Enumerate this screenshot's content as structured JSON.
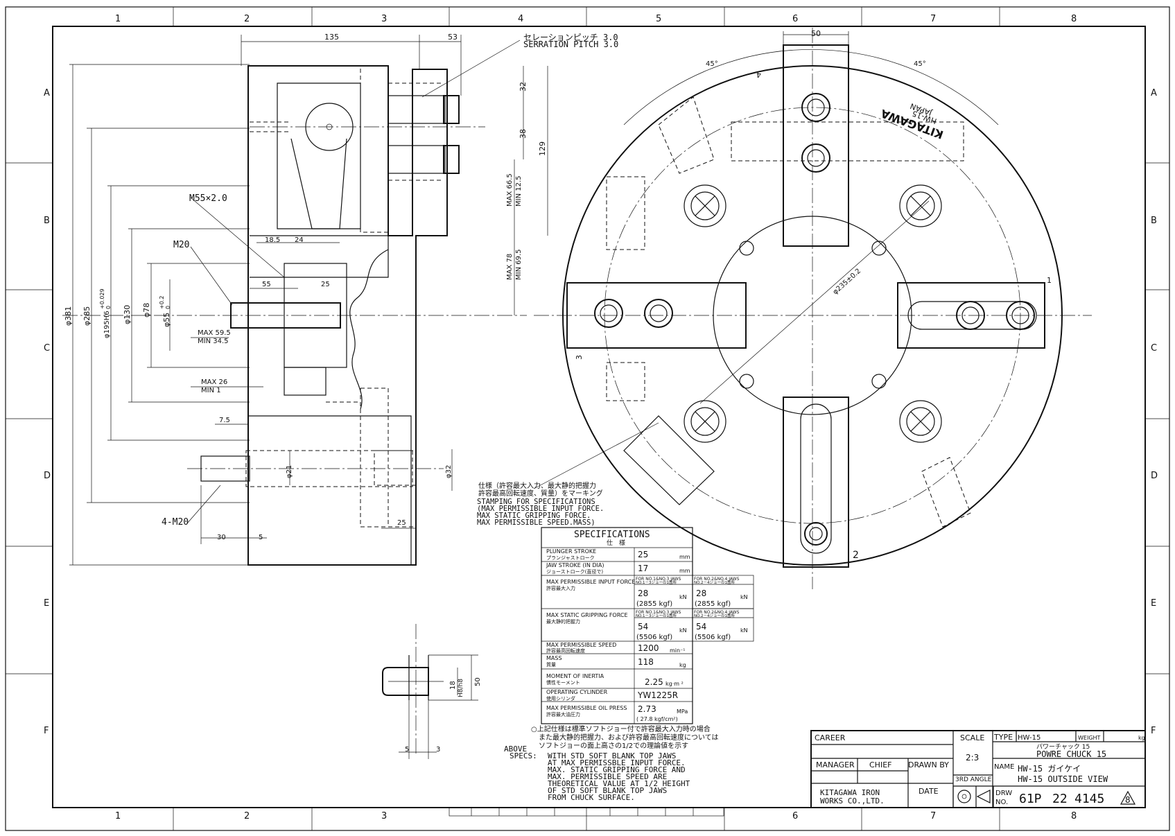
{
  "frame": {
    "col_labels": [
      "1",
      "2",
      "3",
      "4",
      "5",
      "6",
      "7",
      "8"
    ],
    "row_labels": [
      "A",
      "B",
      "C",
      "D",
      "E",
      "F"
    ]
  },
  "side_view": {
    "serration_jp": "セレーションピッチ 3.0",
    "serration_en": "SERRATION PITCH 3.0",
    "dims": {
      "d135": "135",
      "d53": "53",
      "d32": "32",
      "d38": "38",
      "d129": "129",
      "max665": "MAX 66.5",
      "min125": "MIN 12.5",
      "max78": "MAX 78",
      "min695": "MIN 69.5",
      "m55": "M55×2.0",
      "m20": "M20",
      "d185": "18.5",
      "d24": "24",
      "d55": "55",
      "d25a": "25",
      "phi381": "φ381",
      "phi285": "φ285",
      "phi195": "φ195H6",
      "tol195a": "+0.029",
      "tol195b": "0",
      "phi130": "φ130",
      "phi78": "φ78",
      "phi55": "φ55",
      "tol55a": "+0.2",
      "tol55b": "0",
      "max595": "MAX 59.5",
      "min345": "MIN 34.5",
      "max26": "MAX 26",
      "min1": "MIN 1",
      "d75": "7.5",
      "phi21": "φ21",
      "phi32": "φ32",
      "m20x4": "4-M20",
      "d30": "30",
      "d5": "5",
      "d25b": "25"
    }
  },
  "front_view": {
    "d50": "50",
    "a45l": "45°",
    "a45r": "45°",
    "phi235": "φ235±0.2",
    "brand1": "KITAGAWA",
    "brand2": "HW-15",
    "brand3": "JAPAN",
    "jaw1": "1",
    "jaw2": "2",
    "jaw3": "3",
    "jaw4": "4"
  },
  "stamping": {
    "jp1": "仕様（許容最大入力、最大静的把握力",
    "jp2": "許容最高回転速度、質量）をマーキング",
    "en1": "STAMPING FOR SPECIFICATIONS",
    "en2": "(MAX PERMISSIBLE INPUT FORCE.",
    "en3": " MAX STATIC GRIPPING FORCE.",
    "en4": " MAX PERMISSIBLE SPEED.MASS)"
  },
  "specs": {
    "title": "SPECIFICATIONS",
    "title_jp": "仕　様",
    "rows": [
      {
        "label": "PLUNGER STROKE",
        "label_jp": "プランジャストローク",
        "value": "25",
        "unit": "mm"
      },
      {
        "label": "JAW STROKE (IN DIA)",
        "label_jp": "ジョーストローク(直径で)",
        "value": "17",
        "unit": "mm"
      },
      {
        "label": "MAX PERMISSIBLE INPUT FORCE",
        "label_jp": "許容最大入力"
      },
      {
        "label": "MAX STATIC GRIPPING FORCE",
        "label_jp": "最大静的把握力"
      },
      {
        "label": "MAX PERMISSIBLE SPEED",
        "label_jp": "許容最高回転速度",
        "value": "1200",
        "unit": "min⁻¹"
      },
      {
        "label": "MASS",
        "label_jp": "質量",
        "value": "118",
        "unit": "kg"
      },
      {
        "label": "MOMENT OF INERTIA",
        "label_jp": "慣性モーメント",
        "value": "2.25",
        "unit": "kg·m ²"
      },
      {
        "label": "OPERATING CYLINDER",
        "label_jp": "使用シリンダ",
        "value": "YW1225R"
      },
      {
        "label": "MAX PERMISSIBLE OIL PRESS",
        "label_jp": "許容最大油圧力",
        "value": "2.73",
        "unit": "MPa",
        "sub": "( 27.8 kgf/cm²)"
      }
    ],
    "col_a_hdr1": "FOR NO.1&NO.3 JAWS",
    "col_a_hdr2": "NO.1－3ジョーの1箇所",
    "col_b_hdr1": "FOR NO.2&NO.4 JAWS",
    "col_b_hdr2": "NO.2－4ジョーの1箇所",
    "input_a": "28",
    "input_a_kgf": "(2855  kgf)",
    "input_b": "28",
    "input_b_kgf": "(2855  kgf)",
    "grip_a": "54",
    "grip_a_kgf": "(5506  kgf)",
    "grip_b": "54",
    "grip_b_kgf": "(5506  kgf)",
    "kN": "kN"
  },
  "jaw_detail": {
    "d50": "50",
    "d18": "18",
    "fit": "H8/h8",
    "d5": "5",
    "d3": "3"
  },
  "note": {
    "jp1": "○上記仕様は標準ソフトジョー付で許容最大入力時の場合",
    "jp2": "また最大静的把握力、および許容最高回転速度については",
    "jp3": "ソフトジョーの面上高さの1/2での理論値を示す",
    "above": "ABOVE",
    "specs": "SPECS:",
    "en1": "WITH STD SOFT BLANK TOP JAWS",
    "en2": "AT MAX PERMISSBLE INPUT FORCE.",
    "en3": "MAX. STATIC GRIPPING FORCE AND",
    "en4": "MAX. PERMISSIBLE SPEED ARE",
    "en5": "THEORETICAL VALUE AT 1/2 HEIGHT",
    "en6": "OF STD SOFT BLANK TOP JAWS",
    "en7": "FROM CHUCK SURFACE."
  },
  "title_block": {
    "career": "CAREER",
    "manager": "MANAGER",
    "chief": "CHIEF",
    "drawn_by": "DRAWN BY",
    "scale_label": "SCALE",
    "scale": "2:3",
    "angle": "3RD ANGLE",
    "company1": "KITAGAWA IRON",
    "company2": "WORKS CO.,LTD.",
    "date": "DATE",
    "type_label": "TYPE",
    "type": "HW-15",
    "weight_label": "WEIGHT",
    "weight_unit": "kg",
    "name_label": "NAME",
    "name_jp": "パワーチャック 15",
    "name_en": "POWRE CHUCK 15",
    "name1": "HW-15 ガイケイ",
    "name2": "HW-15 OUTSIDE VIEW",
    "drw1": "DRW",
    "drw2": "NO.",
    "drw_a": "61P",
    "drw_b": "22",
    "drw_c": "4145",
    "rev": "8"
  }
}
